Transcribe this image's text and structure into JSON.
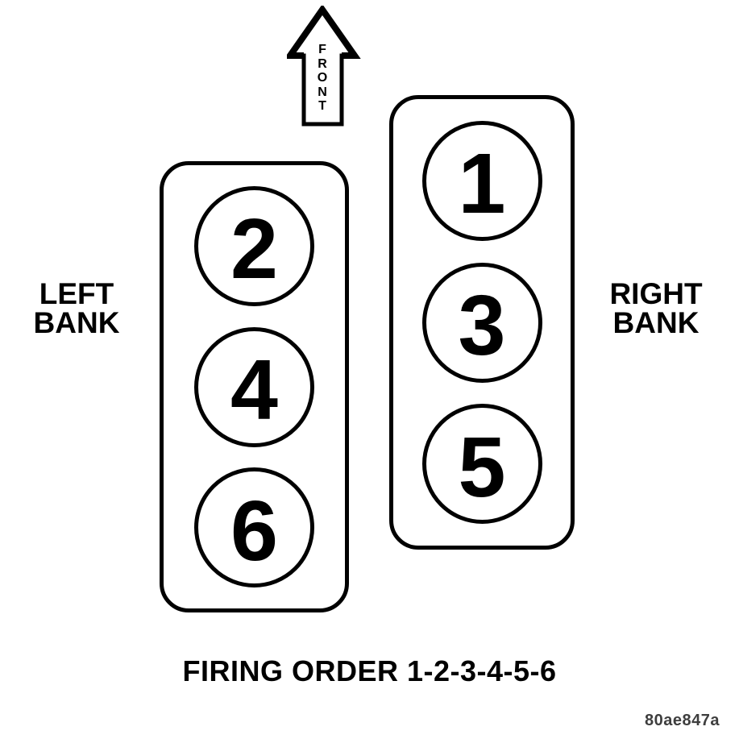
{
  "diagram": {
    "front_label": "FRONT",
    "left_bank": {
      "label": "LEFT\nBANK",
      "cylinders": [
        "2",
        "4",
        "6"
      ]
    },
    "right_bank": {
      "label": "RIGHT\nBANK",
      "cylinders": [
        "1",
        "3",
        "5"
      ]
    },
    "caption": "FIRING ORDER 1-2-3-4-5-6",
    "watermark": "80ae847a",
    "colors": {
      "line": "#000000",
      "background": "#ffffff",
      "watermark": "#3e3e3e"
    }
  }
}
